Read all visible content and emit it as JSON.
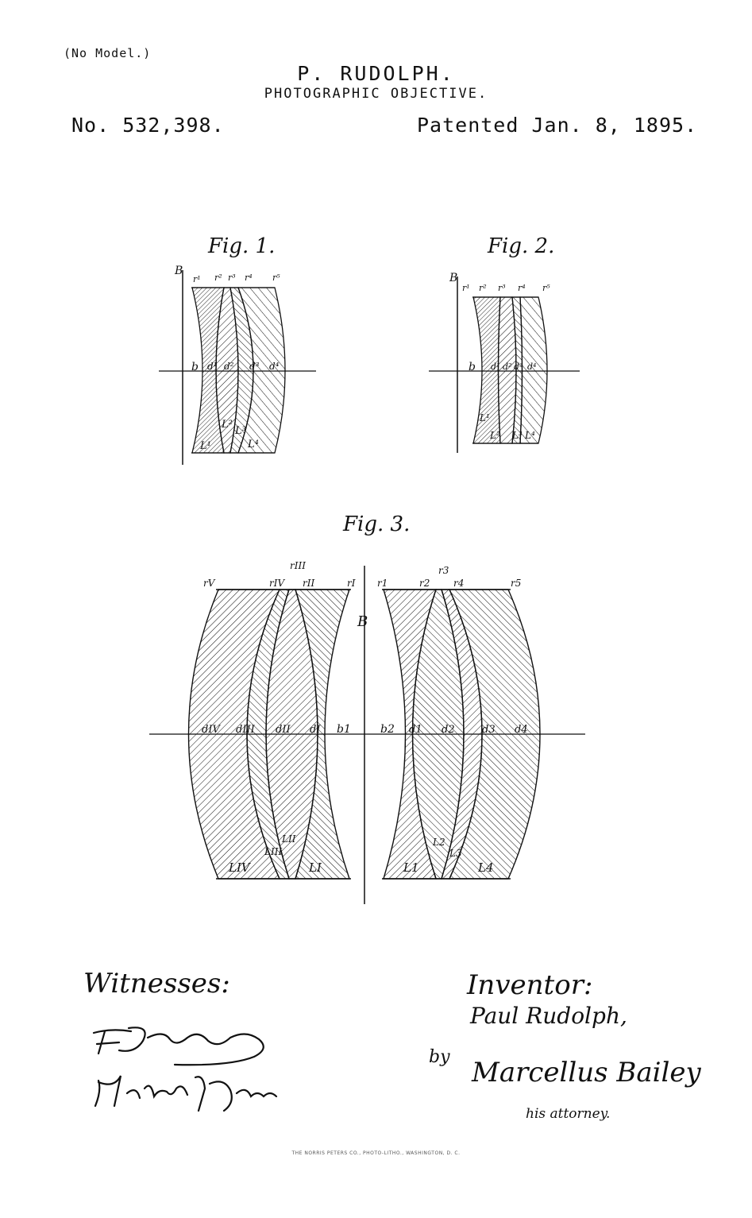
{
  "header": {
    "no_model": "(No Model.)",
    "inventor": "P. RUDOLPH.",
    "title": "PHOTOGRAPHIC OBJECTIVE.",
    "patent_no": "No. 532,398.",
    "patent_date": "Patented Jan. 8, 1895."
  },
  "figures": {
    "fig1": {
      "label": "Fig. 1.",
      "axis": "B",
      "center": "b",
      "radii": [
        "r¹",
        "r²",
        "r³",
        "r⁴",
        "r⁵"
      ],
      "thickness": [
        "d¹",
        "d²",
        "d³",
        "d⁴"
      ],
      "lenses": [
        "L¹",
        "L²",
        "L³",
        "L⁴"
      ]
    },
    "fig2": {
      "label": "Fig. 2.",
      "axis": "B",
      "center": "b",
      "radii": [
        "r¹",
        "r²",
        "r³",
        "r⁴",
        "r⁵"
      ],
      "thickness": [
        "d¹",
        "d²",
        "d³",
        "d⁴"
      ],
      "lenses": [
        "L¹",
        "L²",
        "L³",
        "L⁴"
      ]
    },
    "fig3": {
      "label": "Fig. 3.",
      "axis": "B",
      "centers": [
        "b1",
        "b2"
      ],
      "radii_left": [
        "rV",
        "rIV",
        "rIII",
        "rII",
        "rI"
      ],
      "radii_right": [
        "r1",
        "r2",
        "r3",
        "r4",
        "r5"
      ],
      "thickness_left": [
        "dIV",
        "dIII",
        "dII",
        "dI"
      ],
      "thickness_right": [
        "d1",
        "d2",
        "d3",
        "d4"
      ],
      "lenses_left": [
        "LIV",
        "LIII",
        "LII",
        "LI"
      ],
      "lenses_right": [
        "L1",
        "L2",
        "L3",
        "L4"
      ]
    }
  },
  "footer": {
    "witnesses_label": "Witnesses:",
    "inventor_label": "Inventor:",
    "inventor_signature": "Paul Rudolph,",
    "by": "by",
    "attorney_signature": "Marcellus Bailey",
    "attorney_label": "his attorney.",
    "engraver": "THE NORRIS PETERS CO., PHOTO-LITHO., WASHINGTON, D. C."
  }
}
